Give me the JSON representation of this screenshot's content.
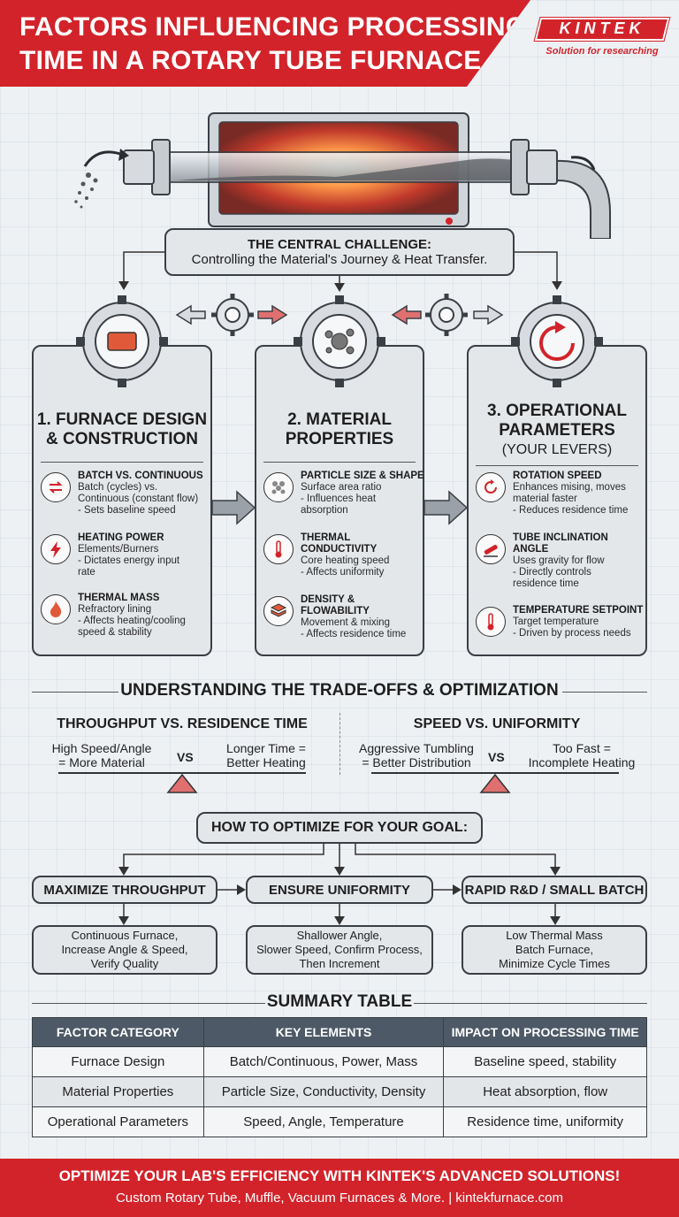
{
  "header": {
    "title_line1": "FACTORS INFLUENCING PROCESSING",
    "title_line2": "TIME IN A ROTARY TUBE FURNACE",
    "logo": "KINTEK",
    "logo_tagline": "Solution for researching"
  },
  "challenge": {
    "title": "THE CENTRAL CHALLENGE:",
    "subtitle": "Controlling the Material's Journey & Heat Transfer."
  },
  "columns": [
    {
      "title_line1": "1. FURNACE DESIGN",
      "title_line2": "& CONSTRUCTION",
      "items": [
        {
          "icon": "cycle-arrows-icon",
          "head": "BATCH VS. CONTINUOUS",
          "body": "Batch (cycles) vs.\nContinuous (constant flow)\n- Sets baseline speed"
        },
        {
          "icon": "lightning-icon",
          "head": "HEATING POWER",
          "body": "Elements/Burners\n- Dictates energy input\n  rate"
        },
        {
          "icon": "flame-icon",
          "head": "THERMAL MASS",
          "body": "Refractory lining\n- Affects heating/cooling\n  speed & stability"
        }
      ]
    },
    {
      "title_line1": "2. MATERIAL",
      "title_line2": "PROPERTIES",
      "items": [
        {
          "icon": "particles-icon",
          "head": "PARTICLE SIZE & SHAPE",
          "body": "Surface area ratio\n- Influences heat\n  absorption"
        },
        {
          "icon": "thermometer-icon",
          "head": "THERMAL\nCONDUCTIVITY",
          "body": "Core heating speed\n- Affects uniformity"
        },
        {
          "icon": "layers-icon",
          "head": "DENSITY &\nFLOWABILITY",
          "body": "Movement & mixing\n- Affects residence time"
        }
      ]
    },
    {
      "title_line1": "3. OPERATIONAL",
      "title_line2": "PARAMETERS",
      "title_line3": "(YOUR LEVERS)",
      "items": [
        {
          "icon": "rotation-icon",
          "head": "ROTATION SPEED",
          "body": "Enhances mising, moves\nmaterial faster\n- Reduces residence time"
        },
        {
          "icon": "incline-tube-icon",
          "head": "TUBE INCLINATION\nANGLE",
          "body": "Uses gravity for flow\n- Directly controls\n  residence time"
        },
        {
          "icon": "thermometer-icon",
          "head": "TEMPERATURE SETPOINT",
          "body": "Target temperature\n- Driven by process needs"
        }
      ]
    }
  ],
  "tradeoffs": {
    "title": "UNDERSTANDING THE TRADE-OFFS & OPTIMIZATION",
    "left": {
      "title": "THROUGHPUT VS. RESIDENCE TIME",
      "a": "High Speed/Angle\n= More Material",
      "vs": "VS",
      "b": "Longer Time =\nBetter Heating"
    },
    "right": {
      "title": "SPEED VS. UNIFORMITY",
      "a": "Aggressive Tumbling\n= Better Distribution",
      "vs": "VS",
      "b": "Too Fast =\nIncomplete Heating"
    }
  },
  "optimize": {
    "title": "HOW TO OPTIMIZE FOR YOUR GOAL:",
    "goals": [
      {
        "title": "MAXIMIZE THROUGHPUT",
        "body": "Continuous Furnace,\nIncrease Angle & Speed,\nVerify Quality"
      },
      {
        "title": "ENSURE UNIFORMITY",
        "body": "Shallower Angle,\nSlower Speed, Confirm Process,\nThen Increment"
      },
      {
        "title": "RAPID R&D / SMALL BATCH",
        "body": "Low Thermal Mass\nBatch Furnace,\nMinimize Cycle Times"
      }
    ]
  },
  "summary": {
    "title": "SUMMARY TABLE",
    "headers": [
      "FACTOR CATEGORY",
      "KEY ELEMENTS",
      "IMPACT ON PROCESSING TIME"
    ],
    "rows": [
      [
        "Furnace Design",
        "Batch/Continuous, Power, Mass",
        "Baseline speed, stability"
      ],
      [
        "Material Properties",
        "Particle Size, Conductivity, Density",
        "Heat absorption, flow"
      ],
      [
        "Operational Parameters",
        "Speed, Angle, Temperature",
        "Residence time, uniformity"
      ]
    ]
  },
  "footer": {
    "headline": "OPTIMIZE YOUR LAB'S EFFICIENCY WITH KINTEK'S ADVANCED SOLUTIONS!",
    "subline": "Custom Rotary Tube, Muffle, Vacuum Furnaces & More.  |  kintekfurnace.com"
  },
  "colors": {
    "brand_red": "#d2232a",
    "table_header": "#4d5966",
    "box_fill": "#e4e7ea"
  }
}
